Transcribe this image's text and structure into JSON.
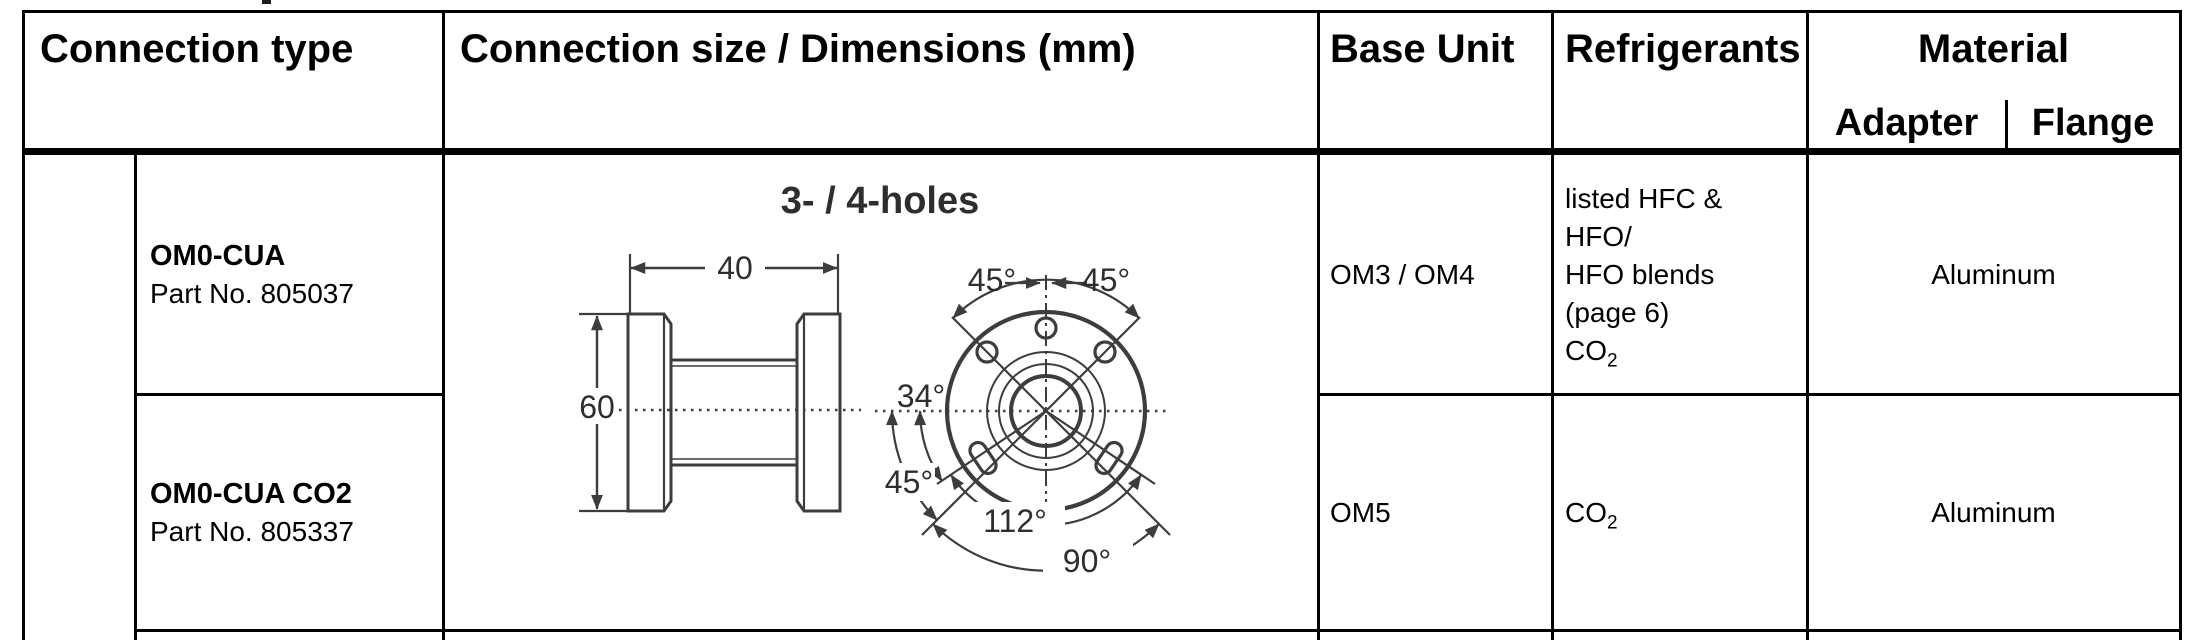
{
  "colors": {
    "border": "#000000",
    "text": "#000000",
    "drawing_stroke": "#3d3d3d",
    "background": "#ffffff"
  },
  "header": {
    "connection_type": "Connection type",
    "connection_size": "Connection size / Dimensions (mm)",
    "base_unit": "Base Unit",
    "refrigerants": "Refrigerants",
    "material": "Material",
    "adapter": "Adapter",
    "flange": "Flange"
  },
  "drawing": {
    "title": "3- / 4-holes",
    "dim_width": "40",
    "dim_height": "60",
    "angle_top_left": "45°",
    "angle_top_right": "45°",
    "angle_side": "34°",
    "angle_lower": "45°",
    "angle_112": "112°",
    "angle_90": "90°"
  },
  "rows": [
    {
      "name": "OM0-CUA",
      "part_no": "Part No. 805037",
      "base_unit": "OM3 / OM4",
      "refrigerants_lines": [
        "listed HFC &",
        "HFO/",
        "HFO blends",
        "(page 6)"
      ],
      "refrigerant_co2": {
        "base": "CO",
        "sub": "2"
      },
      "material": "Aluminum"
    },
    {
      "name": "OM0-CUA CO2",
      "part_no": "Part No. 805337",
      "base_unit": "OM5",
      "refrigerant_co2": {
        "base": "CO",
        "sub": "2"
      },
      "material": "Aluminum"
    }
  ]
}
